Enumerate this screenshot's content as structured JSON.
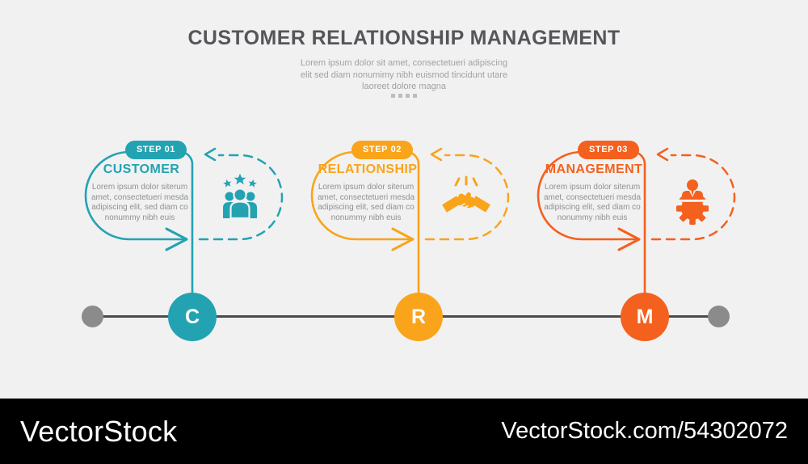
{
  "header": {
    "title": "CUSTOMER RELATIONSHIP MANAGEMENT",
    "subtitle_lines": [
      "Lorem ipsum dolor sit amet, consectetueri adipiscing",
      "elit sed diam nonumimy nibh euismod tincidunt utare",
      "laoreet dolore magna"
    ]
  },
  "steps": [
    {
      "step_label": "STEP 01",
      "title": "CUSTOMER",
      "description_lines": [
        "Lorem ipsum dolor siterum",
        "amet, consectetueri mesda",
        "adipiscing elit, sed diam co",
        "nonummy nibh euis"
      ],
      "letter": "C",
      "icon": "customers-group-icon",
      "color": "#23A3B2"
    },
    {
      "step_label": "STEP 02",
      "title": "RELATIONSHIP",
      "description_lines": [
        "Lorem ipsum dolor siterum",
        "amet, consectetueri mesda",
        "adipiscing elit, sed diam co",
        "nonummy nibh euis"
      ],
      "letter": "R",
      "icon": "handshake-icon",
      "color": "#F9A41B"
    },
    {
      "step_label": "STEP 03",
      "title": "MANAGEMENT",
      "description_lines": [
        "Lorem ipsum dolor siterum",
        "amet, consectetueri mesda",
        "adipiscing elit, sed diam co",
        "nonummy nibh euis"
      ],
      "letter": "M",
      "icon": "manager-gear-icon",
      "color": "#F4601D"
    }
  ],
  "timeline": {
    "line_color": "#4B4B4D",
    "endpoint_color": "#8B8B8B"
  },
  "watermark": {
    "brand": "VectorStock",
    "url_text": "VectorStock.com/54302072",
    "bar_color": "#000000",
    "text_color": "#FFFFFF"
  },
  "colors": {
    "background": "#F1F1F2",
    "title_text": "#55565A",
    "muted_text": "#9FA1A3",
    "body_text": "#8F9092"
  }
}
